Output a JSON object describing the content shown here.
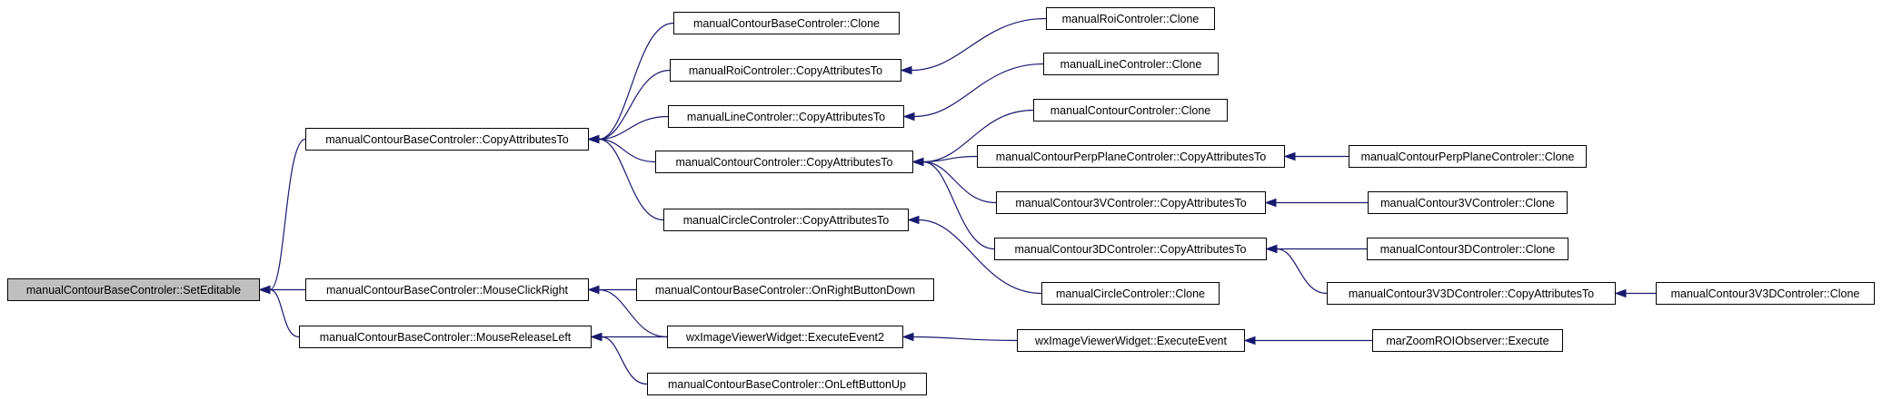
{
  "nodes": {
    "n0": {
      "label": "manualContourBaseControler::SetEditable",
      "root": true
    },
    "n1": {
      "label": "manualContourBaseControler::CopyAttributesTo"
    },
    "n2": {
      "label": "manualContourBaseControler::MouseClickRight"
    },
    "n3": {
      "label": "manualContourBaseControler::MouseReleaseLeft"
    },
    "n4": {
      "label": "manualContourBaseControler::Clone"
    },
    "n5": {
      "label": "manualRoiControler::CopyAttributesTo"
    },
    "n6": {
      "label": "manualLineControler::CopyAttributesTo"
    },
    "n7": {
      "label": "manualContourControler::CopyAttributesTo"
    },
    "n8": {
      "label": "manualCircleControler::CopyAttributesTo"
    },
    "n9": {
      "label": "manualContourBaseControler::OnRightButtonDown"
    },
    "n10": {
      "label": "wxImageViewerWidget::ExecuteEvent2"
    },
    "n11": {
      "label": "manualContourBaseControler::OnLeftButtonUp"
    },
    "n12": {
      "label": "manualRoiControler::Clone"
    },
    "n13": {
      "label": "manualLineControler::Clone"
    },
    "n14": {
      "label": "manualContourControler::Clone"
    },
    "n15": {
      "label": "manualContourPerpPlaneControler::CopyAttributesTo"
    },
    "n16": {
      "label": "manualContour3VControler::CopyAttributesTo"
    },
    "n17": {
      "label": "manualContour3DControler::CopyAttributesTo"
    },
    "n18": {
      "label": "manualCircleControler::Clone"
    },
    "n19": {
      "label": "wxImageViewerWidget::ExecuteEvent"
    },
    "n20": {
      "label": "manualContourPerpPlaneControler::Clone"
    },
    "n21": {
      "label": "manualContour3VControler::Clone"
    },
    "n22": {
      "label": "manualContour3DControler::Clone"
    },
    "n23": {
      "label": "manualContour3V3DControler::CopyAttributesTo"
    },
    "n24": {
      "label": "marZoomROIObserver::Execute"
    },
    "n25": {
      "label": "manualContour3V3DControler::Clone"
    }
  },
  "edges": [
    {
      "from": "n1",
      "to": "n0"
    },
    {
      "from": "n2",
      "to": "n0"
    },
    {
      "from": "n3",
      "to": "n0"
    },
    {
      "from": "n4",
      "to": "n1"
    },
    {
      "from": "n5",
      "to": "n1"
    },
    {
      "from": "n6",
      "to": "n1"
    },
    {
      "from": "n7",
      "to": "n1"
    },
    {
      "from": "n8",
      "to": "n1"
    },
    {
      "from": "n9",
      "to": "n2"
    },
    {
      "from": "n10",
      "to": "n2"
    },
    {
      "from": "n10",
      "to": "n3"
    },
    {
      "from": "n11",
      "to": "n3"
    },
    {
      "from": "n12",
      "to": "n5"
    },
    {
      "from": "n13",
      "to": "n6"
    },
    {
      "from": "n14",
      "to": "n7"
    },
    {
      "from": "n15",
      "to": "n7"
    },
    {
      "from": "n16",
      "to": "n7"
    },
    {
      "from": "n17",
      "to": "n7"
    },
    {
      "from": "n18",
      "to": "n8"
    },
    {
      "from": "n19",
      "to": "n10"
    },
    {
      "from": "n20",
      "to": "n15"
    },
    {
      "from": "n21",
      "to": "n16"
    },
    {
      "from": "n22",
      "to": "n17"
    },
    {
      "from": "n23",
      "to": "n17"
    },
    {
      "from": "n24",
      "to": "n19"
    },
    {
      "from": "n25",
      "to": "n23"
    }
  ],
  "colors": {
    "edge": "#191970",
    "root_fill": "#bfbfbf",
    "node_fill": "#ffffff",
    "border": "#000000"
  }
}
